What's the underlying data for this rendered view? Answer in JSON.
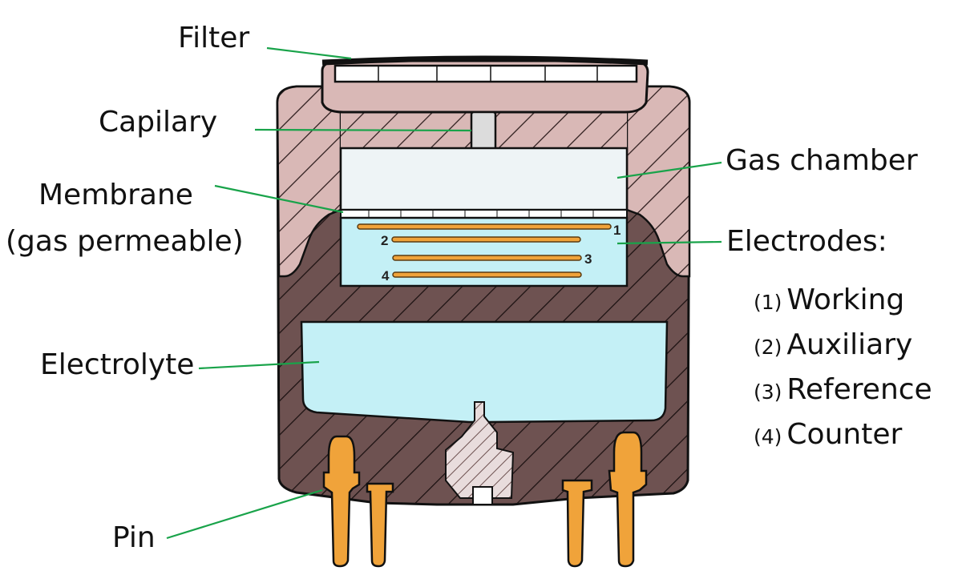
{
  "labels": {
    "filter": "Filter",
    "capillary": "Capilary",
    "membrane_line1": "Membrane",
    "membrane_line2": "(gas permeable)",
    "electrolyte": "Electrolyte",
    "pin": "Pin",
    "gas_chamber": "Gas chamber",
    "electrodes": "Electrodes:"
  },
  "electrodes": [
    {
      "num": "(1)",
      "name": "Working",
      "marker": "1"
    },
    {
      "num": "(2)",
      "name": "Auxiliary",
      "marker": "2"
    },
    {
      "num": "(3)",
      "name": "Reference",
      "marker": "3"
    },
    {
      "num": "(4)",
      "name": "Counter",
      "marker": "4"
    }
  ],
  "colors": {
    "body": "#6e5251",
    "body_light": "#d9b8b6",
    "chamber": "#eef4f6",
    "electrolyte": "#c4f0f6",
    "electrode": "#f0a33a",
    "leader": "#19a34a",
    "outline": "#111111"
  }
}
